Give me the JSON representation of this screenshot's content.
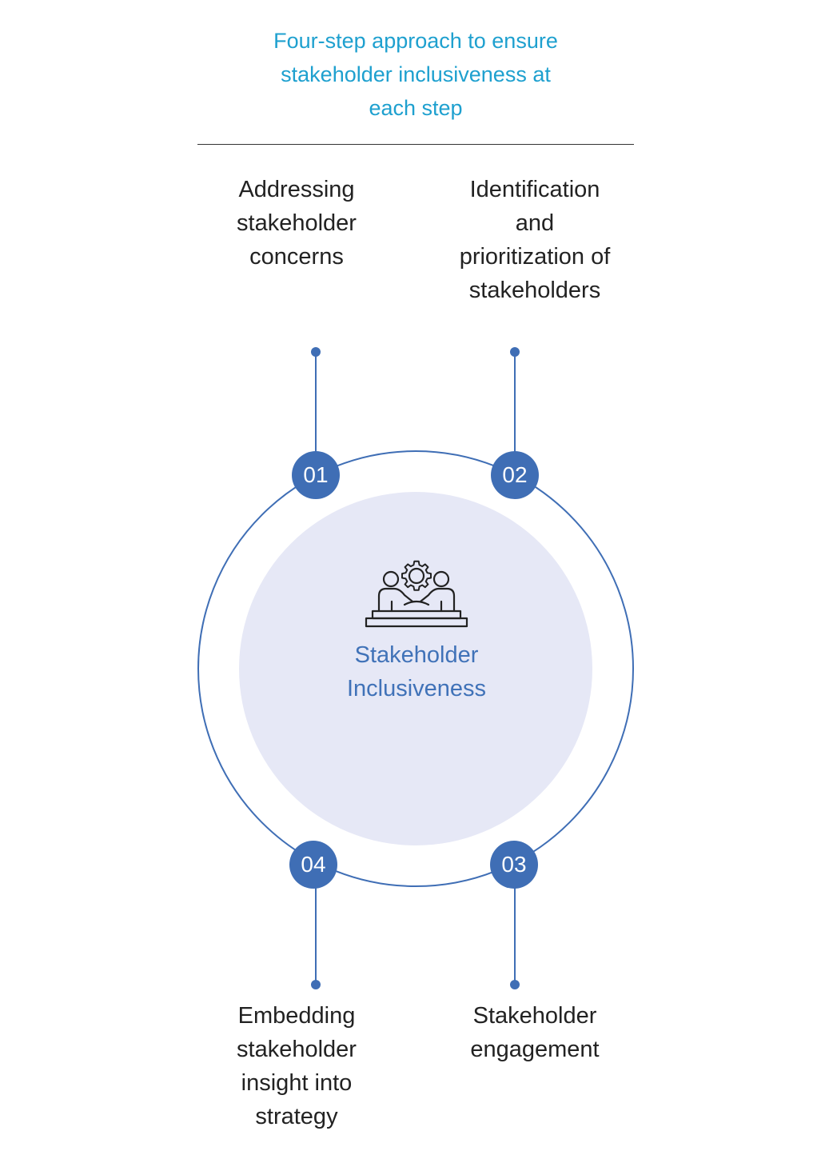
{
  "title": "Four-step approach to ensure\nstakeholder inclusiveness at\neach step",
  "center": {
    "label": "Stakeholder\nInclusiveness",
    "icon": "stakeholder-meeting-icon"
  },
  "steps": [
    {
      "number": "01",
      "label": "Addressing\nstakeholder\nconcerns"
    },
    {
      "number": "02",
      "label": "Identification\nand\nprioritization of\nstakeholders"
    },
    {
      "number": "03",
      "label": "Stakeholder\nengagement"
    },
    {
      "number": "04",
      "label": "Embedding\nstakeholder\ninsight into\nstrategy"
    }
  ],
  "colors": {
    "title": "#1ea0cf",
    "accent": "#3f6eb5",
    "center_fill": "#e6e8f6",
    "text": "#222222"
  }
}
